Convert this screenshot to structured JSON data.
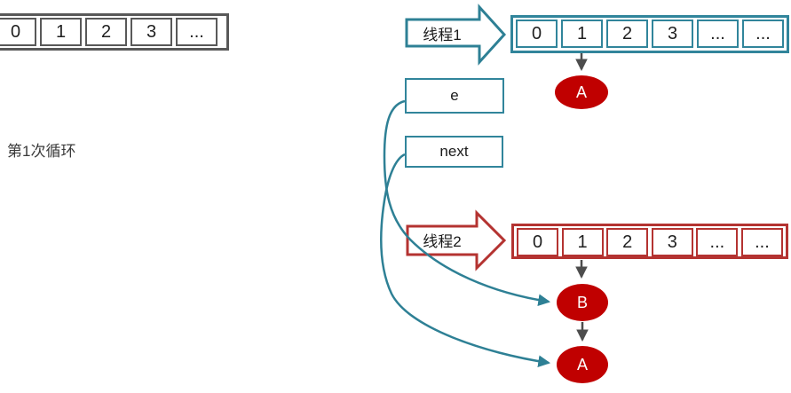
{
  "colors": {
    "teal": "#2E8095",
    "red_outline": "#B43331",
    "node_fill": "#C00000",
    "gray_outline": "#595959",
    "connector_gray": "#4D4D4D"
  },
  "left_panel": {
    "array": {
      "cells": [
        "0",
        "1",
        "2",
        "3",
        "..."
      ]
    },
    "caption": "第1次循环"
  },
  "thread1": {
    "label": "线程1",
    "array": {
      "cells": [
        "0",
        "1",
        "2",
        "3",
        "...",
        "..."
      ]
    },
    "node": "A"
  },
  "pointers": {
    "e": "e",
    "next": "next"
  },
  "thread2": {
    "label": "线程2",
    "array": {
      "cells": [
        "0",
        "1",
        "2",
        "3",
        "...",
        "..."
      ]
    },
    "node_first": "B",
    "node_second": "A"
  }
}
